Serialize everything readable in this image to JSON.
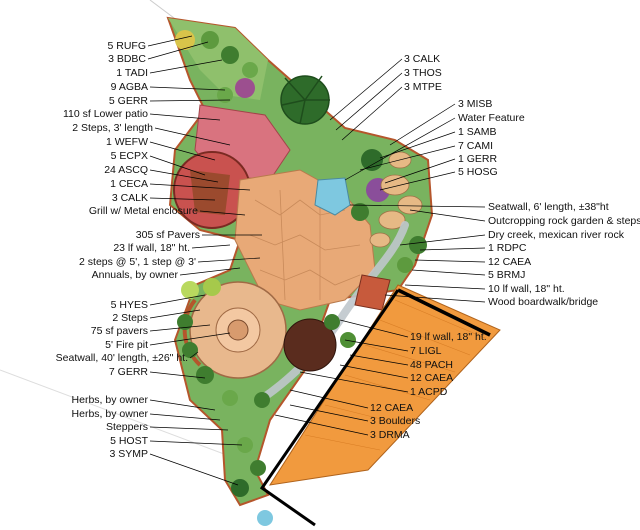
{
  "left_labels": [
    "5 RUFG",
    "3 BDBC",
    "1 TADI",
    "9 AGBA",
    "5 GERR",
    "110 sf  Lower patio",
    "2 Steps, 3' length",
    "1 WEFW",
    "5 ECPX",
    "24 ASCQ",
    "1 CECA",
    "3 CALK",
    "Grill w/ Metal enclosure",
    "305 sf Pavers",
    "23 lf wall, 18\" ht.",
    "2 steps @ 5', 1 step @ 3'",
    "Annuals, by owner",
    "5 HYES",
    "2 Steps",
    "75 sf pavers",
    "5' Fire pit",
    "Seatwall, 40' length, ±26\" ht.",
    "7 GERR",
    "Herbs, by owner",
    "Herbs, by owner",
    "Steppers",
    "5 HOST",
    "3 SYMP"
  ],
  "right_labels": [
    "3 CALK",
    "3 THOS",
    "3 MTPE",
    "3 MISB",
    "Water Feature",
    "1 SAMB",
    "7 CAMI",
    "1 GERR",
    "5 HOSG",
    "Seatwall, 6' length, ±38\"ht",
    "Outcropping rock garden & steps",
    "Dry creek, mexican river rock",
    "1 RDPC",
    "12 CAEA",
    "5 BRMJ",
    "10 lf wall, 18\" ht.",
    "Wood boardwalk/bridge",
    "19 lf wall, 18\" ht.",
    "7 LIGL",
    "48 PACH",
    "12 CAEA",
    "1 ACPD",
    "12 CAEA",
    "3 Boulders",
    "3 DRMA"
  ],
  "colors": {
    "lawn": "#79b35f",
    "pavers": "#e8a977",
    "patio_red": "#c9524f",
    "deck_orange": "#f19a3e",
    "water": "#7ec8e0",
    "firepit_dark": "#5a2c1e",
    "wall": "#b5562c"
  }
}
